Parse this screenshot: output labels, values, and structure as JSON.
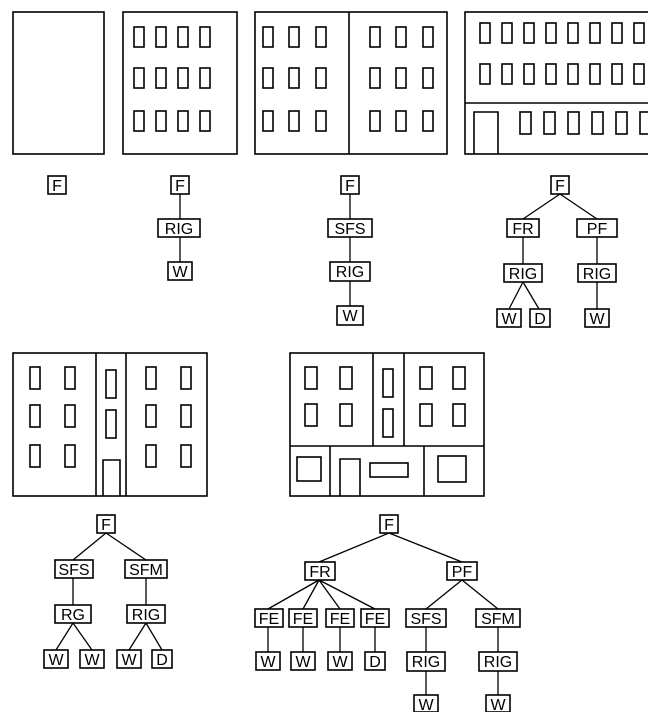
{
  "labels": {
    "F": "F",
    "RIG": "RIG",
    "RG": "RG",
    "SFS": "SFS",
    "SFM": "SFM",
    "FR": "FR",
    "PF": "PF",
    "FE": "FE",
    "W": "W",
    "D": "D"
  },
  "trees": [
    {
      "root": "F",
      "parts": []
    },
    {
      "root": "F",
      "parts": [
        "RIG",
        "W"
      ]
    },
    {
      "root": "F",
      "parts": [
        "SFS",
        "RIG",
        "W"
      ]
    },
    {
      "root": "F",
      "parts": [
        "FR",
        "RIG",
        "W",
        "D",
        "PF",
        "RIG",
        "W"
      ]
    },
    {
      "root": "F",
      "parts": [
        "SFS",
        "RG",
        "W",
        "W",
        "SFM",
        "RIG",
        "W",
        "D"
      ]
    },
    {
      "root": "F",
      "parts": [
        "FR",
        "FE",
        "W",
        "FE",
        "W",
        "FE",
        "W",
        "FE",
        "D",
        "PF",
        "SFS",
        "RIG",
        "W",
        "SFM",
        "RIG",
        "W"
      ]
    }
  ]
}
